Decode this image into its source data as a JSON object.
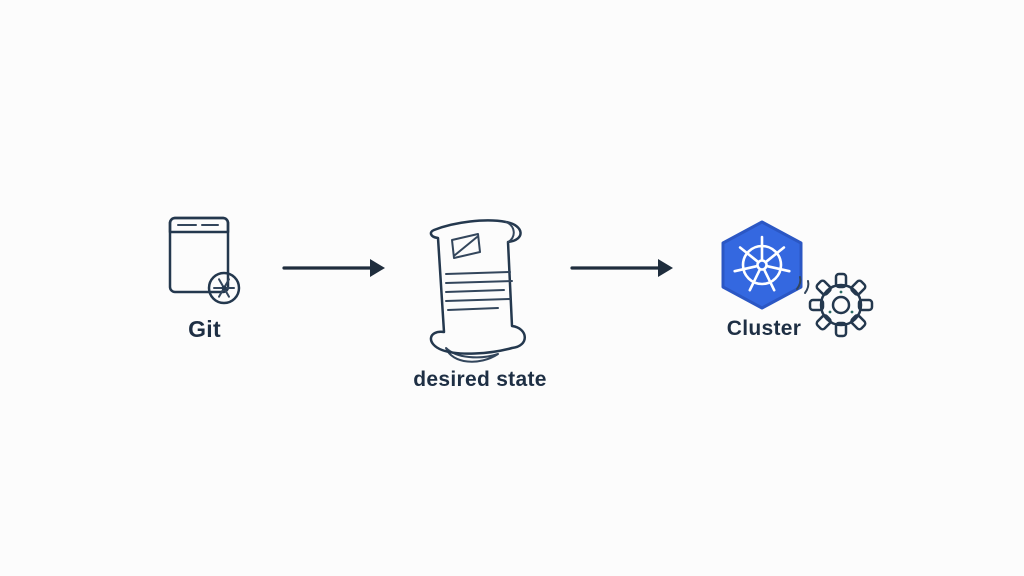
{
  "diagram": {
    "nodes": {
      "git": {
        "label": "Git",
        "icon": "git-repository-icon"
      },
      "desired_state": {
        "label": "desired state",
        "icon": "manifest-scroll-icon"
      },
      "cluster": {
        "label": "Cluster",
        "icon": "kubernetes-icon"
      }
    },
    "connectors": [
      {
        "from": "git",
        "to": "desired_state"
      },
      {
        "from": "desired_state",
        "to": "cluster"
      }
    ],
    "colors": {
      "background": "#fcfcfc",
      "outline": "#24384e",
      "text": "#1e2f44",
      "git_orange": "#f3aa6b",
      "git_orange_light": "#fbeedd",
      "teal": "#6cc4b8",
      "kubernetes_blue": "#3468e0",
      "kubernetes_blue_edge": "#2b57c4",
      "paper": "#f6f3ee",
      "paper_shadow": "#ecdce0",
      "arrow": "#1f2d3d"
    }
  }
}
